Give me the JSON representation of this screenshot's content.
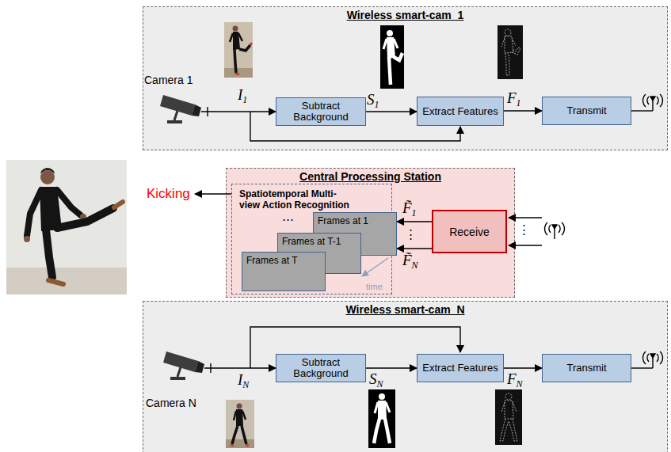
{
  "diagram": {
    "nodes": [
      {
        "text": [
          "Wireless smart-cam_1"
        ]
      },
      {
        "text": [
          "Subtract Background"
        ],
        "in": 0
      },
      {
        "text": [
          "Extract Features"
        ],
        "in": 0
      },
      {
        "text": [
          "Transmit"
        ],
        "in": 0
      },
      {
        "text": [
          "Central Processing Station"
        ]
      },
      {
        "text": [
          "Spatiotemporal Multi-view Action Recognition"
        ],
        "in": 4
      },
      {
        "text": [
          "Frames at 1"
        ],
        "in": 5
      },
      {
        "text": [
          "Frames at T-1"
        ],
        "in": 5
      },
      {
        "text": [
          "Frames at T"
        ],
        "in": 5
      },
      {
        "text": [
          "Receive"
        ],
        "in": 4
      },
      {
        "text": [
          "Wireless smart-cam_N"
        ]
      },
      {
        "text": [
          "Subtract Background"
        ],
        "in": 10
      },
      {
        "text": [
          "Extract Features"
        ],
        "in": 10
      },
      {
        "text": [
          "Transmit"
        ],
        "in": 10
      }
    ],
    "edges": [
      {
        "from": 1,
        "to": 2,
        "arrow": "to",
        "label": "S1"
      },
      {
        "from": 2,
        "to": 3,
        "arrow": "to",
        "label": "F1"
      },
      {
        "from": 9,
        "to": 6,
        "arrow": "to",
        "label": "F̃1"
      },
      {
        "from": 9,
        "to": 6,
        "arrow": "to",
        "label": "F̃N"
      },
      {
        "from": 11,
        "to": 12,
        "arrow": "to",
        "label": "SN"
      },
      {
        "from": 12,
        "to": 13,
        "arrow": "to",
        "label": "FN"
      }
    ],
    "labels": [
      "Camera 1",
      "I1",
      "Kicking",
      "⋯",
      "time",
      "⋮",
      "⋮",
      "Camera N",
      "IN"
    ]
  }
}
